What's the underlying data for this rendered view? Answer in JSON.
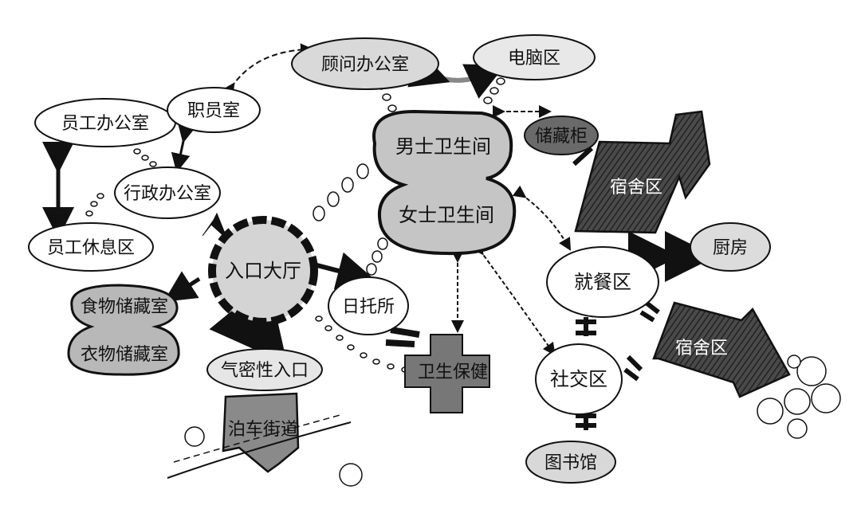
{
  "nodes": {
    "consultant_office": "顾问办公室",
    "computer_area": "电脑区",
    "staff_office": "员工办公室",
    "clerk_room": "职员室",
    "admin_office": "行政办公室",
    "staff_lounge": "员工休息区",
    "mens_restroom": "男士卫生间",
    "womens_restroom": "女士卫生间",
    "storage_cabinet": "储藏柜",
    "dormitory_top": "宿舍区",
    "kitchen": "厨房",
    "dining": "就餐区",
    "dormitory_bottom": "宿舍区",
    "entrance_hall": "入口大厅",
    "daycare": "日托所",
    "food_storage": "食物储藏室",
    "clothing_storage": "衣物储藏室",
    "airlock_entrance": "气密性入口",
    "health_care": "卫生保健",
    "social_area": "社交区",
    "parking_street": "泊车街道",
    "library": "图书馆"
  },
  "colors": {
    "ink": "#111111",
    "dark_fill": "#5a5a5a",
    "mid_fill": "#b8b8b8",
    "light_fill": "#dcdcdc"
  }
}
